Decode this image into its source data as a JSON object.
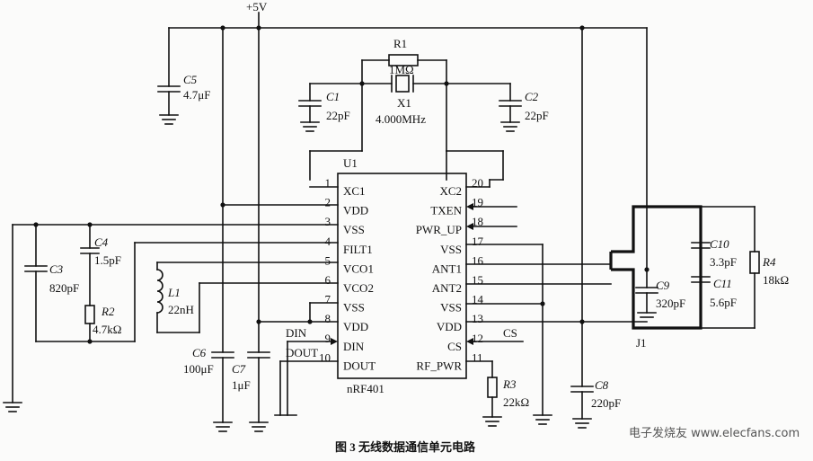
{
  "supply": "+5V",
  "ic": {
    "ref": "U1",
    "part": "nRF401"
  },
  "left_pins": [
    {
      "num": "1",
      "name": "XC1"
    },
    {
      "num": "2",
      "name": "VDD"
    },
    {
      "num": "3",
      "name": "VSS"
    },
    {
      "num": "4",
      "name": "FILT1"
    },
    {
      "num": "5",
      "name": "VCO1"
    },
    {
      "num": "6",
      "name": "VCO2"
    },
    {
      "num": "7",
      "name": "VSS"
    },
    {
      "num": "8",
      "name": "VDD"
    },
    {
      "num": "9",
      "name": "DIN"
    },
    {
      "num": "10",
      "name": "DOUT"
    }
  ],
  "right_pins": [
    {
      "num": "20",
      "name": "XC2"
    },
    {
      "num": "19",
      "name": "TXEN"
    },
    {
      "num": "18",
      "name": "PWR_UP"
    },
    {
      "num": "17",
      "name": "VSS"
    },
    {
      "num": "16",
      "name": "ANT1"
    },
    {
      "num": "15",
      "name": "ANT2"
    },
    {
      "num": "14",
      "name": "VSS"
    },
    {
      "num": "13",
      "name": "VDD"
    },
    {
      "num": "12",
      "name": "CS"
    },
    {
      "num": "11",
      "name": "RF_PWR"
    }
  ],
  "components": {
    "r1": {
      "ref": "R1",
      "value": "1MΩ"
    },
    "x1": {
      "ref": "X1",
      "value": "4.000MHz"
    },
    "c1": {
      "ref": "C1",
      "value": "22pF"
    },
    "c2": {
      "ref": "C2",
      "value": "22pF"
    },
    "c5": {
      "ref": "C5",
      "value": "4.7μF"
    },
    "c4": {
      "ref": "C4",
      "value": "1.5pF"
    },
    "c3": {
      "ref": "C3",
      "value": "820pF"
    },
    "r2": {
      "ref": "R2",
      "value": "4.7kΩ"
    },
    "l1": {
      "ref": "L1",
      "value": "22nH"
    },
    "c6": {
      "ref": "C6",
      "value": "100μF"
    },
    "c7": {
      "ref": "C7",
      "value": "1μF"
    },
    "r3": {
      "ref": "R3",
      "value": "22kΩ"
    },
    "c8": {
      "ref": "C8",
      "value": "220pF"
    },
    "c9": {
      "ref": "C9",
      "value": "320pF"
    },
    "c10": {
      "ref": "C10",
      "value": "3.3pF"
    },
    "c11": {
      "ref": "C11",
      "value": "5.6pF"
    },
    "r4": {
      "ref": "R4",
      "value": "18kΩ"
    },
    "j1": {
      "ref": "J1"
    }
  },
  "signals": {
    "din": "DIN",
    "dout": "DOUT",
    "cs": "CS"
  },
  "caption": "图 3  无线数据通信单元电路",
  "watermark": "电子发烧友 www.elecfans.com"
}
